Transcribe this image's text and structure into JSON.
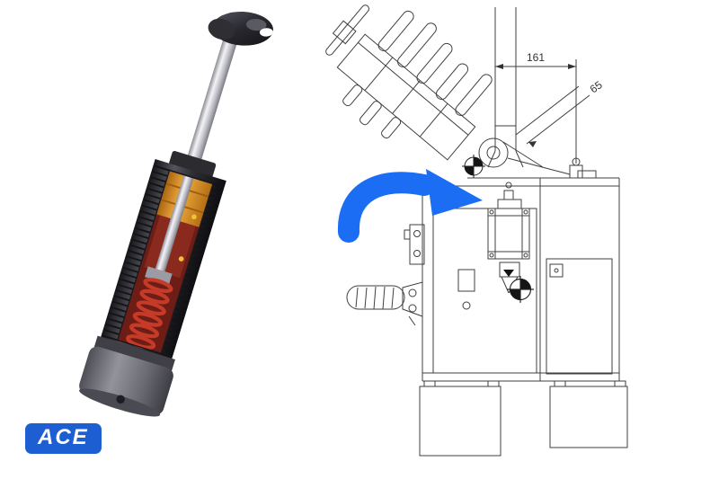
{
  "logo": {
    "text": "ACE"
  },
  "drawing": {
    "dim_161": "161",
    "dim_65": "65"
  },
  "colors": {
    "arrow_blue": "#1b6ef3",
    "logo_blue": "#1d5ed2",
    "spring_red": "#c63b28",
    "guide_orange": "#dd921f",
    "line_gray": "#3f3f3f"
  },
  "illustration": {
    "name": "ace-industrial-shock-absorber-cutaway"
  }
}
